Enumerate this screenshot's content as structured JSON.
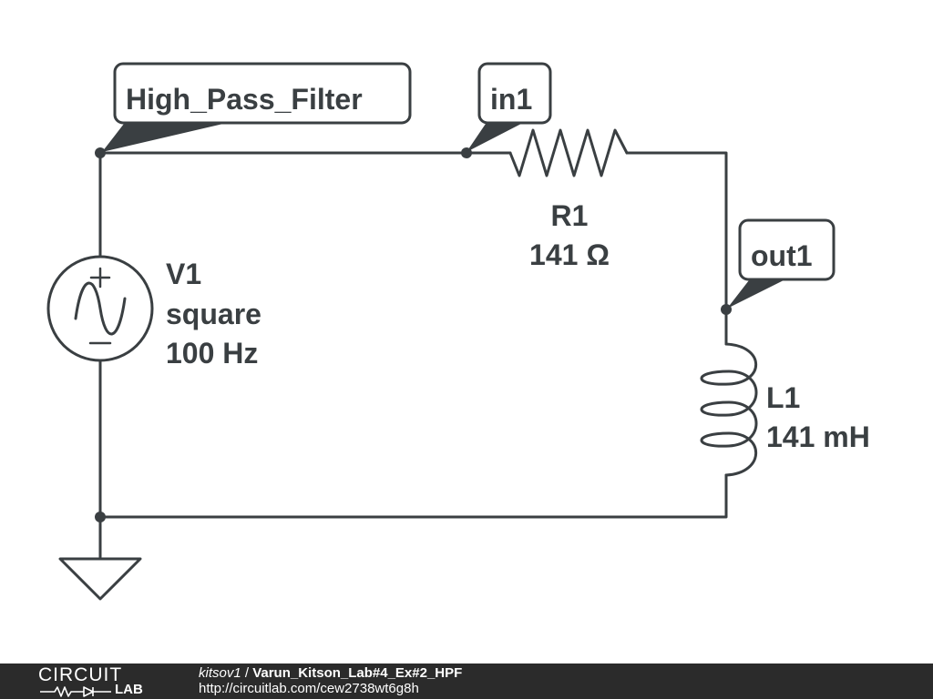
{
  "net_labels": {
    "high_pass_filter": "High_Pass_Filter",
    "in1": "in1",
    "out1": "out1"
  },
  "components": {
    "v1": {
      "name": "V1",
      "waveform": "square",
      "frequency": "100 Hz"
    },
    "r1": {
      "name": "R1",
      "value": "141 Ω"
    },
    "l1": {
      "name": "L1",
      "value": "141 mH"
    }
  },
  "footer": {
    "logo_top": "CIRCUIT",
    "logo_bottom": "LAB",
    "user": "kitsov1",
    "separator": " / ",
    "title": "Varun_Kitson_Lab#4_Ex#2_HPF",
    "url": "http://circuitlab.com/cew2738wt6g8h"
  },
  "colors": {
    "ink": "#3a3f42",
    "footer_bg": "#2b2b2b",
    "background": "#ffffff"
  }
}
